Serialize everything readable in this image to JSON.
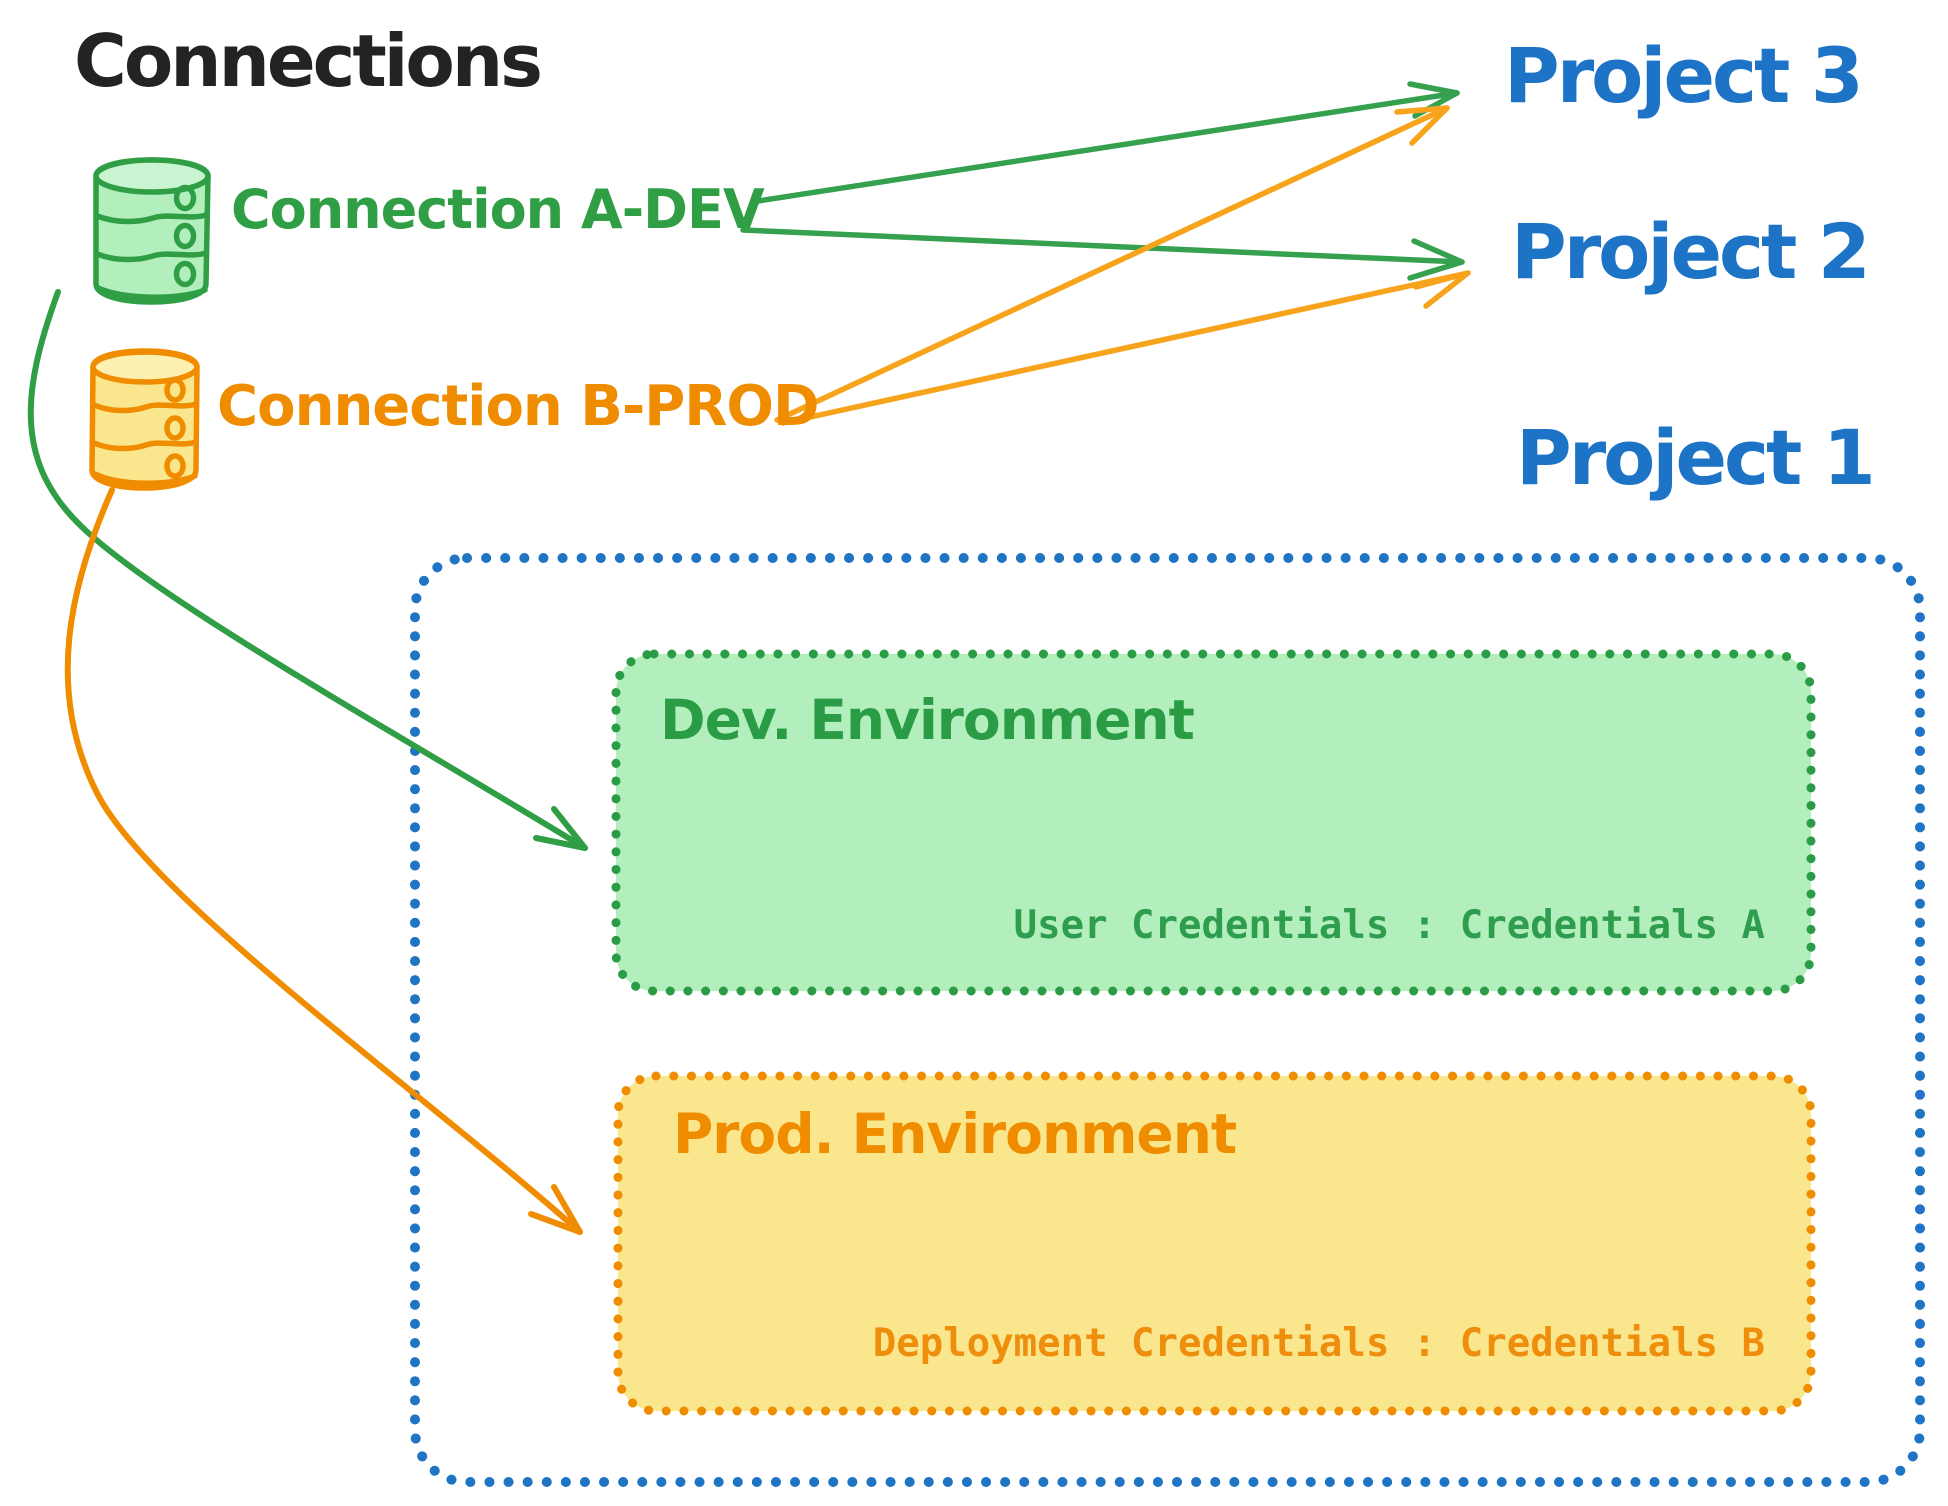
{
  "title": "Connections",
  "connections": {
    "dev": {
      "label": "Connection A-DEV",
      "icon": "database-icon",
      "color": "#2f9e44"
    },
    "prod": {
      "label": "Connection B-PROD",
      "icon": "database-icon",
      "color": "#f08c00"
    }
  },
  "projects": {
    "p3": {
      "label": "Project 3"
    },
    "p2": {
      "label": "Project 2"
    },
    "p1": {
      "label": "Project 1"
    }
  },
  "environments": {
    "dev": {
      "title": "Dev. Environment",
      "credentials": "User Credentials : Credentials A"
    },
    "prod": {
      "title": "Prod. Environment",
      "credentials": "Deployment Credentials : Credentials B"
    }
  },
  "arrows": [
    {
      "from": "Connection A-DEV",
      "to": "Project 3"
    },
    {
      "from": "Connection A-DEV",
      "to": "Project 2"
    },
    {
      "from": "Connection B-PROD",
      "to": "Project 3"
    },
    {
      "from": "Connection B-PROD",
      "to": "Project 2"
    },
    {
      "from": "Connection A-DEV",
      "to": "Dev. Environment"
    },
    {
      "from": "Connection B-PROD",
      "to": "Prod. Environment"
    }
  ],
  "colors": {
    "ink": "#232323",
    "green": "#2f9e44",
    "green_border": "#2b9c46",
    "green_fill": "#b2efbd",
    "orange": "#f08c00",
    "orange_arrow": "#f7a41c",
    "orange_fill": "#fae78d",
    "blue": "#1f74c4",
    "blue_text": "#1d73c6"
  }
}
